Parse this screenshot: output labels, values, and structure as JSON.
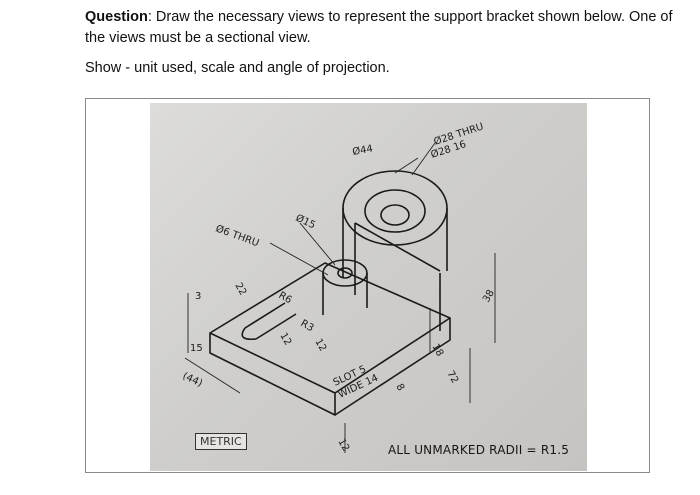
{
  "question": {
    "label": "Question",
    "text": ": Draw the necessary views to represent the support bracket shown below. One of the views must be a sectional view."
  },
  "instruction": "Show - unit used, scale and angle of projection.",
  "drawing": {
    "dims": {
      "d44": "Ø44",
      "thru": "Ø28 THRU",
      "cbore": "Ø28 16",
      "d15": "Ø15",
      "d6thru": "Ø6 THRU",
      "r6": "R6",
      "r3": "R3",
      "n22": "22",
      "n3": "3",
      "n15": "15",
      "n44": "(44)",
      "n12a": "12",
      "n12b": "12",
      "n38": "38",
      "n18": "18",
      "n72": "72",
      "n8": "8",
      "n12c": "12",
      "slot1": "SLOT 5",
      "slot2": "WIDE 14"
    },
    "metric": "METRIC",
    "unmarked": "ALL UNMARKED RADII = R1.5"
  }
}
